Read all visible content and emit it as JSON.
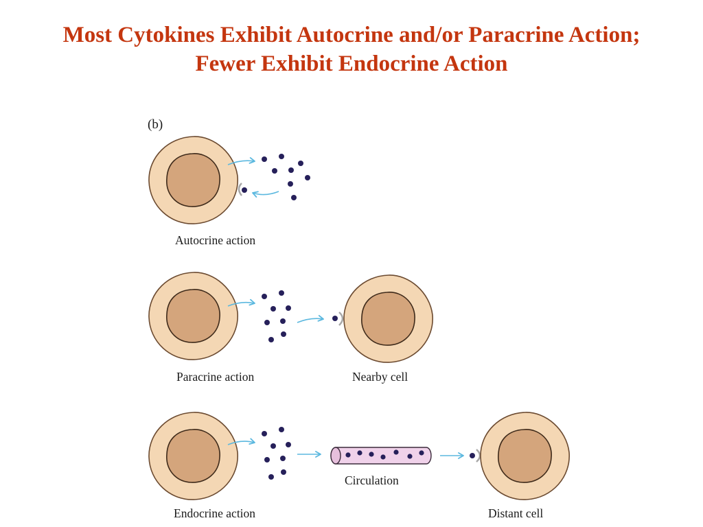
{
  "title": {
    "line1": "Most Cytokines Exhibit Autocrine and/or Paracrine Action;",
    "line2": "Fewer Exhibit Endocrine Action"
  },
  "diagram": {
    "panel_label": "(b)",
    "rows": [
      {
        "name": "autocrine",
        "caption": "Autocrine action",
        "target_caption": ""
      },
      {
        "name": "paracrine",
        "caption": "Paracrine action",
        "target_caption": "Nearby cell"
      },
      {
        "name": "endocrine",
        "caption": "Endocrine action",
        "middle_caption": "Circulation",
        "target_caption": "Distant cell"
      }
    ],
    "colors": {
      "title": "#c4360f",
      "cytoplasm": "#f4d7b4",
      "membrane": "#6b4a30",
      "nucleus": "#d4a57c",
      "cytokine": "#26205a",
      "arrow": "#5bb8df",
      "receptor": "#a8a8a8",
      "vessel": "#f0d2ea"
    }
  }
}
